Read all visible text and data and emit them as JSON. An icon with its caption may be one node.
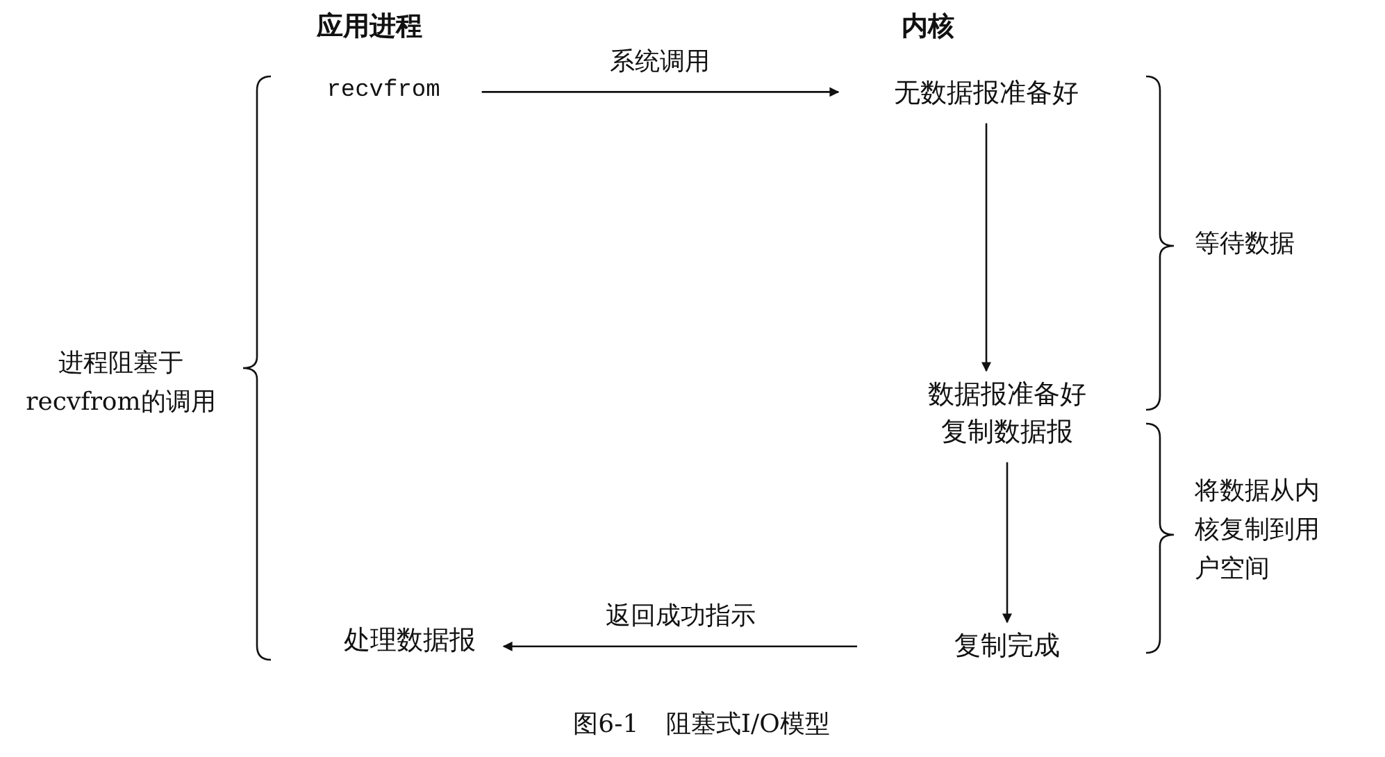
{
  "diagram": {
    "caption": "图6-1 阻塞式I/O模型",
    "nodes": [
      {
        "text": [
          "recvfrom"
        ]
      },
      {
        "text": [
          "无数据报准备好"
        ]
      },
      {
        "text": [
          "数据报准备好"
        ]
      },
      {
        "text": [
          "复制数据报"
        ]
      },
      {
        "text": [
          "复制完成"
        ]
      },
      {
        "text": [
          "处理数据报"
        ]
      }
    ],
    "edges": [
      {
        "from": 0,
        "to": 1,
        "arrow": "to",
        "label": "系统调用"
      },
      {
        "from": 1,
        "to": 2,
        "arrow": "to"
      },
      {
        "from": 3,
        "to": 4,
        "arrow": "to"
      },
      {
        "from": 4,
        "to": 5,
        "arrow": "to",
        "label": "返回成功指示"
      }
    ],
    "labels": [
      "应用进程",
      "内核",
      "进程阻塞于recvfrom的调用",
      "等待数据",
      "将数据从内核复制到用户空间"
    ]
  }
}
